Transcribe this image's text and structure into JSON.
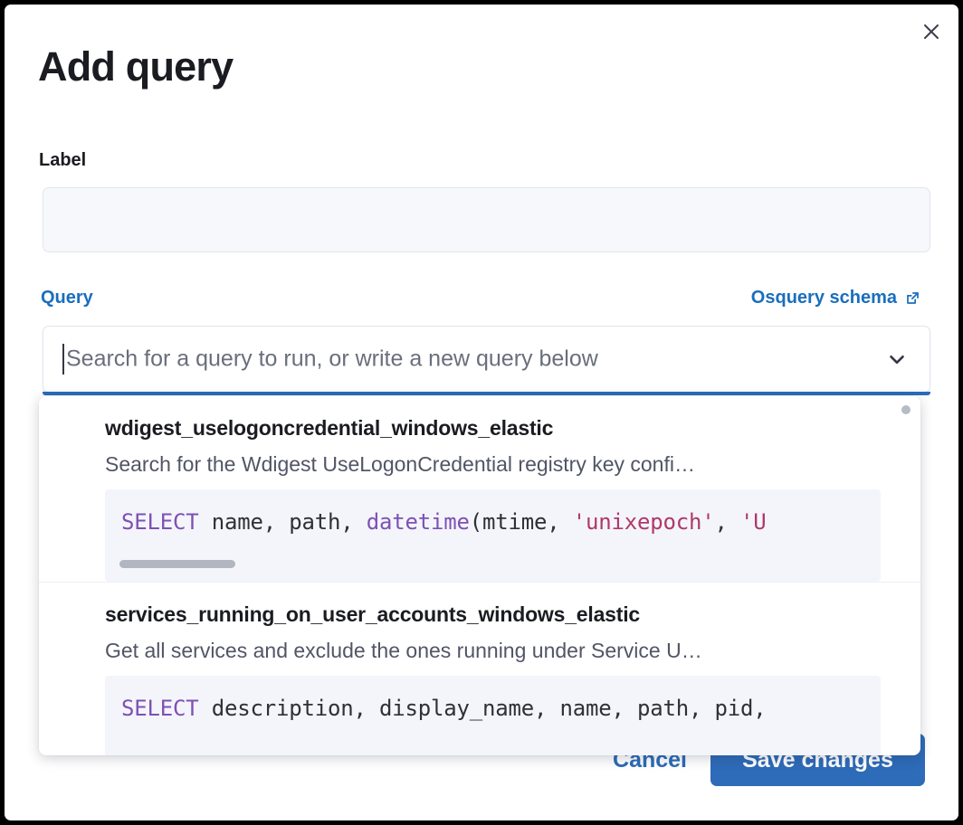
{
  "modal": {
    "title": "Add query",
    "close_icon": "close-icon"
  },
  "label_field": {
    "label": "Label",
    "value": "",
    "placeholder": ""
  },
  "query_field": {
    "label": "Query",
    "schema_link": "Osquery schema",
    "schema_link_icon": "external-link-icon",
    "combobox_placeholder": "Search for a query to run, or write a new query below",
    "combobox_value": "",
    "chevron_icon": "chevron-down-icon"
  },
  "dropdown": {
    "scroll_indicator_icon": "scroll-dot-icon",
    "items": [
      {
        "title": "wdigest_uselogoncredential_windows_elastic",
        "description": "Search for the Wdigest UseLogonCredential registry key confi…",
        "code_tokens": [
          {
            "text": "SELECT",
            "type": "keyword"
          },
          {
            "text": " name, path, ",
            "type": "plain"
          },
          {
            "text": "datetime",
            "type": "function"
          },
          {
            "text": "(mtime, ",
            "type": "plain"
          },
          {
            "text": "'unixepoch'",
            "type": "string"
          },
          {
            "text": ", ",
            "type": "plain"
          },
          {
            "text": "'U",
            "type": "string"
          }
        ],
        "code_plain": "SELECT name, path, datetime(mtime, 'unixepoch', 'U",
        "has_scrollbar": true
      },
      {
        "title": "services_running_on_user_accounts_windows_elastic",
        "description": "Get all services and exclude the ones running under Service U…",
        "code_tokens": [
          {
            "text": "SELECT",
            "type": "keyword"
          },
          {
            "text": " description, display_name, name, path, pid,",
            "type": "plain"
          }
        ],
        "code_plain": "SELECT description, display_name, name, path, pid,",
        "has_scrollbar": false
      }
    ]
  },
  "footer": {
    "cancel_label": "Cancel",
    "save_label": "Save changes"
  },
  "colors": {
    "accent_blue": "#2e6bb8",
    "link_blue": "#1a6ebd",
    "text_dark": "#1a1c21",
    "muted_text": "#525566",
    "code_bg": "#f4f5fa",
    "keyword_purple": "#7d51b5",
    "string_pink": "#b0386b",
    "field_bg": "#f7f8fc"
  }
}
